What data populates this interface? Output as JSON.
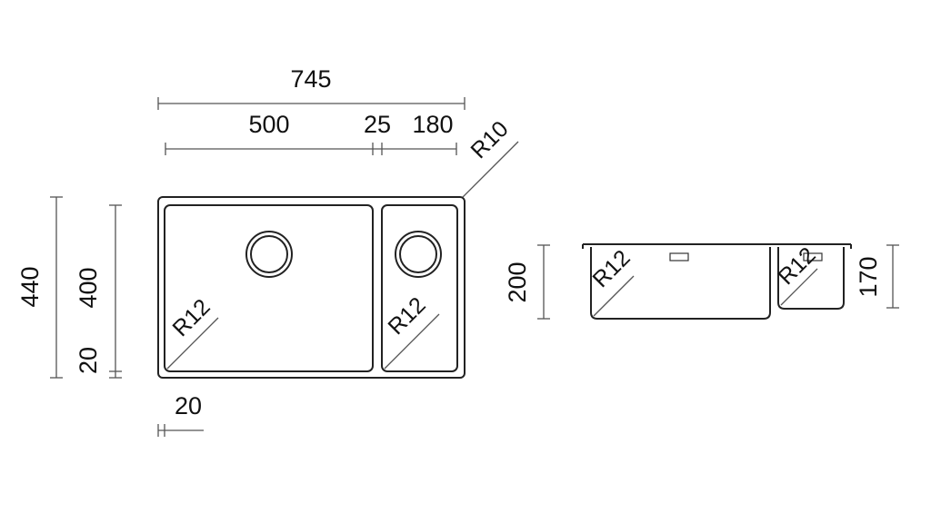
{
  "top_view": {
    "overall_width": "745",
    "bowl_main_width": "500",
    "divider_width": "25",
    "bowl_small_width": "180",
    "outer_radius": "R10",
    "overall_depth": "440",
    "bowl_depth": "400",
    "rim_bottom": "20",
    "rim_left": "20",
    "main_bowl_radius": "R12",
    "small_bowl_radius": "R12"
  },
  "side_view": {
    "main_height": "200",
    "small_height": "170",
    "main_radius": "R12",
    "small_radius": "R12"
  }
}
